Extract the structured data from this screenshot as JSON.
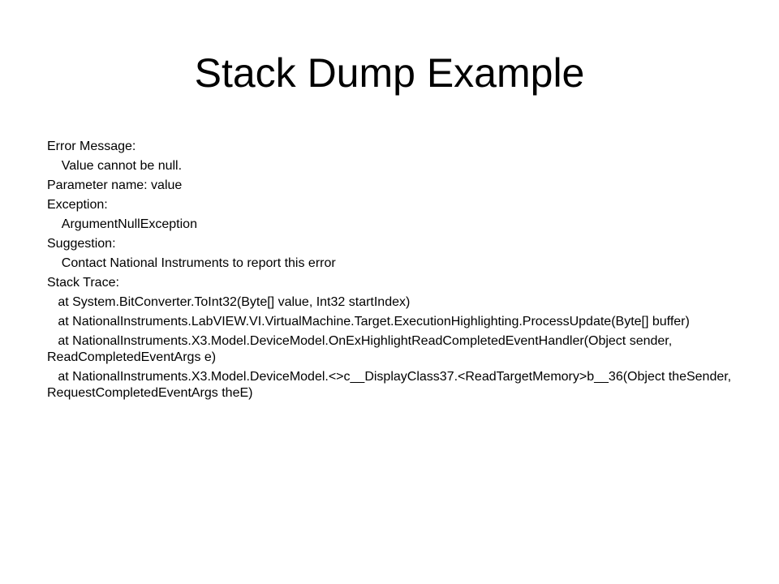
{
  "slide": {
    "title": "Stack Dump Example",
    "lines": [
      "Error Message:",
      "    Value cannot be null.",
      "Parameter name: value",
      "Exception:",
      "    ArgumentNullException",
      "Suggestion:",
      "    Contact National Instruments to report this error",
      "Stack Trace:",
      "   at System.BitConverter.ToInt32(Byte[] value, Int32 startIndex)",
      "   at NationalInstruments.LabVIEW.VI.VirtualMachine.Target.ExecutionHighlighting.ProcessUpdate(Byte[] buffer)",
      "   at NationalInstruments.X3.Model.DeviceModel.OnExHighlightReadCompletedEventHandler(Object sender, ReadCompletedEventArgs e)",
      "   at NationalInstruments.X3.Model.DeviceModel.<>c__DisplayClass37.<ReadTargetMemory>b__36(Object theSender, RequestCompletedEventArgs theE)"
    ]
  }
}
